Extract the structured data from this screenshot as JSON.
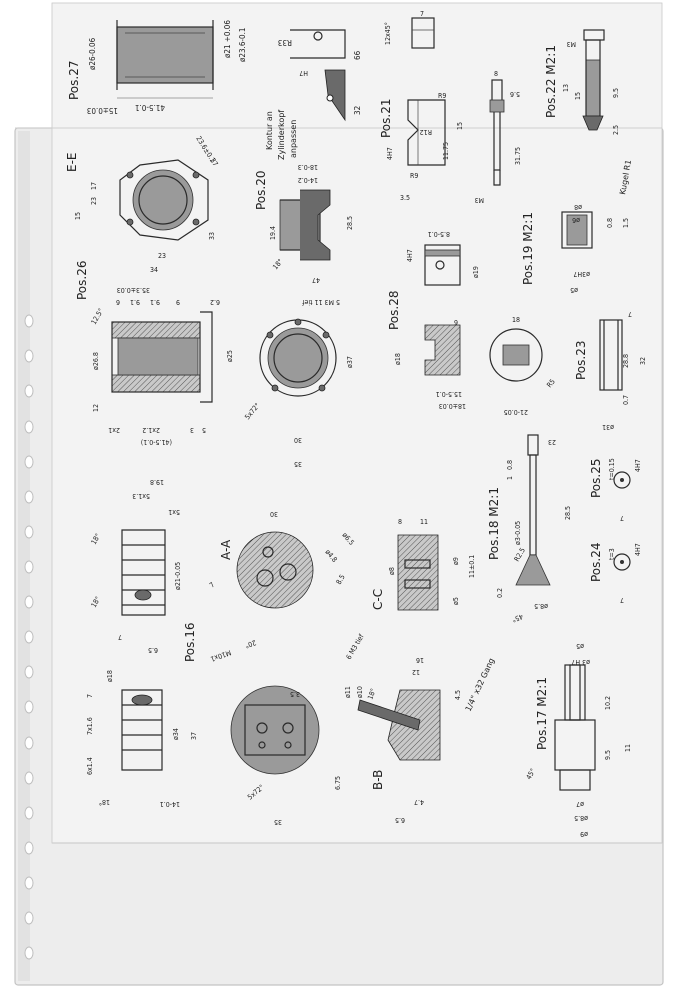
{
  "colors": {
    "sheet": "#f1f1f1",
    "sleeve": "#ebebeb",
    "ink": "#222222",
    "shade": "#9a9a9a"
  },
  "labels": {
    "pos27": "Pos.27",
    "pos26": "Pos.26",
    "ee": "E-E",
    "pos20": "Pos.20",
    "pos21": "Pos.21",
    "pos22": "Pos.22 M2:1",
    "pos28": "Pos.28",
    "pos19": "Pos.19 M2:1",
    "pos23": "Pos.23",
    "pos18": "Pos.18 M2:1",
    "pos25": "Pos.25",
    "pos24": "Pos.24",
    "pos16": "Pos.16",
    "aa": "A-A",
    "cc": "C-C",
    "bb": "B-B",
    "pos17": "Pos.17 M2:1",
    "kontur1": "Kontur an",
    "kontur2": "Zylinderkopf",
    "kontur3": "anpassen",
    "kugel": "Kugel R1",
    "gang": "1/4\" x32 Gang",
    "tief": "5 M3 11 tief",
    "tief2": "6 M3 tief"
  },
  "dims": {
    "d26": "ø26-0.06",
    "d21": "ø21 +0.06",
    "d236": "ø23.6-0.1",
    "l15": "15±0.03",
    "l415": "41.5-0.1",
    "r33": "R33",
    "h7": "H7",
    "d66": "66",
    "d32": "32",
    "e17": "17",
    "e23": "23",
    "e15": "15",
    "e34": "34",
    "e23b": "23",
    "e33": "33",
    "e236": "23.6±0.1",
    "e37": "37",
    "p20_18": "18-0.3",
    "p20_14": "14-0.2",
    "p20_285": "28.5",
    "p20_194": "19.4",
    "p20_47": "47",
    "p20_18b": "18°",
    "p21_7": "7",
    "p21_12": "12x45°",
    "p21_8": "8",
    "p21_56": "5.6",
    "p21_r9": "R9",
    "p21_r12": "R12",
    "p21_15": "15",
    "p21_1175": "11.75",
    "p21_3175": "31.75",
    "p21_4h7": "4H7",
    "p21_m3": "M3",
    "p21_35": "3.5",
    "p22_m3": "M3",
    "p22_13": "13",
    "p22_15": "15",
    "p22_95": "9.5",
    "p22_25": "2.5",
    "p28_85": "8.5-0.1",
    "p28_4h7": "4H7",
    "p28_19": "ø19",
    "p28_6": "6",
    "p28_18": "18",
    "p28_r5": "R5",
    "p28_155": "15.5-0.1",
    "p28_180": "18±0.03",
    "p28_21": "21-0.05",
    "p28_d18": "ø18",
    "p19_8": "ø8",
    "p19_6": "ø6",
    "p19_08": "0.8",
    "p19_15": "1.5",
    "p19_3h7": "ø3H7",
    "p19_5": "ø5",
    "p23_7": "7",
    "p23_288": "28.8",
    "p23_32": "32",
    "p23_07": "0.7",
    "p23_31": "ø31",
    "p26_353": "35.3±0.03",
    "p26_6": "6",
    "p26_9": "9",
    "p26_91": "9.1",
    "p26_62": "6.2",
    "p26_125": "12.5°",
    "p26_268": "ø26.8",
    "p26_25": "ø25",
    "p26_12": "12",
    "p26_3": "3",
    "p26_5": "5",
    "p26_2x12": "2x1.2",
    "p26_2x1": "2x1",
    "p26_415": "(41.5-0.1)",
    "p26_37": "ø37",
    "p26_72": "5x72°",
    "p26_30": "30",
    "p26_35": "35",
    "p18_23": "23",
    "p18_08": "0.8",
    "p18_1": "1",
    "p18_3": "ø3-0.05",
    "p18_285": "28.5",
    "p18_r25": "R2.5",
    "p18_02": "0.2",
    "p18_1b": "1",
    "p18_85": "ø8.5",
    "p18_45": "45°",
    "p25_t": "t=0.15",
    "p25_4h7": "4H7",
    "p25_7": "7",
    "p24_t": "t=3",
    "p24_4h7": "4H7",
    "p24_7": "7",
    "p16_198": "19.8",
    "p16_5x13": "5x1.3",
    "p16_5x1": "5x1",
    "p16_18": "18°",
    "p16_21": "ø21-0.05",
    "p16_18b": "18°",
    "p16_7": "7",
    "p16_65": "6.5",
    "aa_30": "30",
    "aa_65": "ø6.5",
    "aa_48": "ø4.8",
    "aa_85": "8.5",
    "aa_7": "7",
    "aa_20": "20°",
    "aa_m10": "M10x1",
    "aa_8": "ø8",
    "cc_8": "8",
    "cc_11": "11",
    "cc_9": "ø9",
    "cc_11b": "11±0.1",
    "cc_5": "ø5",
    "bo_18": "ø18",
    "bo_7": "7",
    "bo_7x16": "7x1.6",
    "bo_6x14": "6x1.4",
    "bo_34": "ø34",
    "bo_18b": "18°",
    "bo_14": "14-0.1",
    "bb_35": "3.5",
    "bb_37": "37",
    "bb_5x72": "5x72°",
    "bb_35b": "35",
    "bb_675": "6.75",
    "bb_11": "ø11",
    "bb_10": "ø10",
    "bb_16": "16",
    "bb_12": "12",
    "bb_45": "4.5",
    "bb_18": "18°",
    "bb_65": "6.5",
    "bb_47": "4.7",
    "p17_5": "ø5",
    "p17_3h7": "ø3 H7",
    "p17_102": "10.2",
    "p17_95": "9.5",
    "p17_11": "11",
    "p17_45": "45°",
    "p17_7": "ø7",
    "p17_85": "ø8.5",
    "p17_9": "ø9"
  }
}
